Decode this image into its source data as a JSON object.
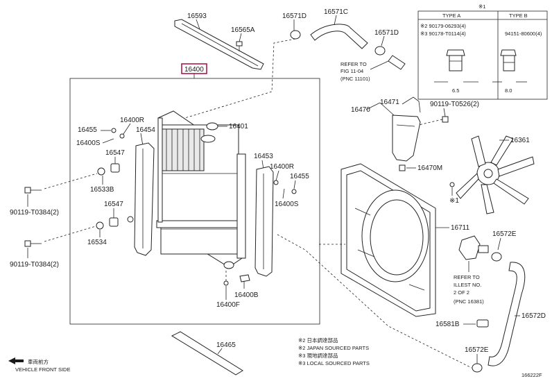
{
  "labels": {
    "p16593": "16593",
    "p16565A": "16565A",
    "p16571D_top": "16571D",
    "p16571C": "16571C",
    "p16571D_right": "16571D",
    "p16400_main": "16400",
    "p16401": "16401",
    "p16400R_left": "16400R",
    "p16455_left": "16455",
    "p16454": "16454",
    "p16400S_left": "16400S",
    "p16547_top": "16547",
    "p16533B": "16533B",
    "p16547_bottom": "16547",
    "p16534": "16534",
    "p90119_T0384_a": "90119-T0384(2)",
    "p90119_T0384_b": "90119-T0384(2)",
    "p16453": "16453",
    "p16400R_right": "16400R",
    "p16455_right": "16455",
    "p16400S_right": "16400S",
    "p16400B": "16400B",
    "p16400F": "16400F",
    "p16465": "16465",
    "p16470": "16470",
    "p16471": "16471",
    "p90119_T0526": "90119-T0526(2)",
    "p16470M": "16470M",
    "p16361": "16361",
    "mark1_fan": "※1",
    "p16711": "16711",
    "p16572E_top": "16572E",
    "p16572D": "16572D",
    "p16581B": "16581B",
    "p16572E_bottom": "16572E",
    "diagram_id": "166222F"
  },
  "refs": {
    "fig_line1": "REFER TO",
    "fig_line2": "FIG 11-04",
    "fig_line3": "(PNC 11101)",
    "illust_line1": "REFER TO",
    "illust_line2": "ILLEST NO.",
    "illust_line3": "2 OF 2",
    "illust_line4": "(PNC 16381)"
  },
  "type_table": {
    "mark": "※1",
    "col_a": "TYPE A",
    "col_b": "TYPE B",
    "a_row1": "※2 90179-06293(4)",
    "a_row2": "※3 90178-T0114(4)",
    "b_row1": "94151-80600(4)",
    "dim_a": "6.5",
    "dim_b": "8.0"
  },
  "notes": {
    "n1": "※2 日本調達部品",
    "n2": "※2 JAPAN SOURCED PARTS",
    "n3": "※3 現地調達部品",
    "n4": "※3 LOCAL SOURCED PARTS"
  },
  "orientation": {
    "jp": "車両前方",
    "en": "VEHICLE FRONT SIDE"
  }
}
